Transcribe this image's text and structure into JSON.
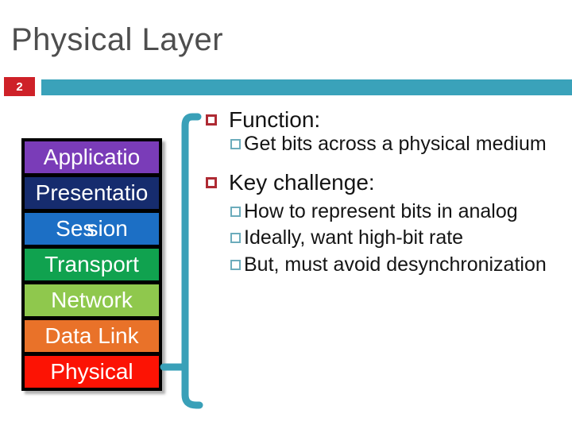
{
  "slide": {
    "title": "Physical Layer",
    "page_number": "2"
  },
  "theme": {
    "accent_teal": "#3aa2ba",
    "badge_red": "#ce2128",
    "level1_bullet_red": "#ae2a33",
    "level2_bullet_teal": "#6cacbc",
    "title_gray": "#4e4e4e",
    "body_text": "#141414"
  },
  "layer_stack": {
    "layers": [
      {
        "label": "Applicatio",
        "color": "#7a3cb8"
      },
      {
        "label": "Presentatio",
        "color": "#162c6e"
      },
      {
        "label": "Session",
        "display_parts": [
          "Ses",
          "sion"
        ],
        "color": "#1c6fc5"
      },
      {
        "label": "Transport",
        "color": "#10a24f"
      },
      {
        "label": "Network",
        "color": "#8fc84d"
      },
      {
        "label": "Data Link",
        "color": "#e97229"
      },
      {
        "label": "Physical",
        "color": "#fc1304"
      }
    ]
  },
  "bullets": [
    {
      "level": 1,
      "text": "Function:"
    },
    {
      "level": 2,
      "text": "Get bits across a physical medium"
    },
    {
      "level": 1,
      "text": "Key challenge:"
    },
    {
      "level": 2,
      "text": "How to represent bits in analog"
    },
    {
      "level": 2,
      "text": "Ideally, want high-bit rate"
    },
    {
      "level": 2,
      "text": "But, must avoid desynchronization"
    }
  ]
}
